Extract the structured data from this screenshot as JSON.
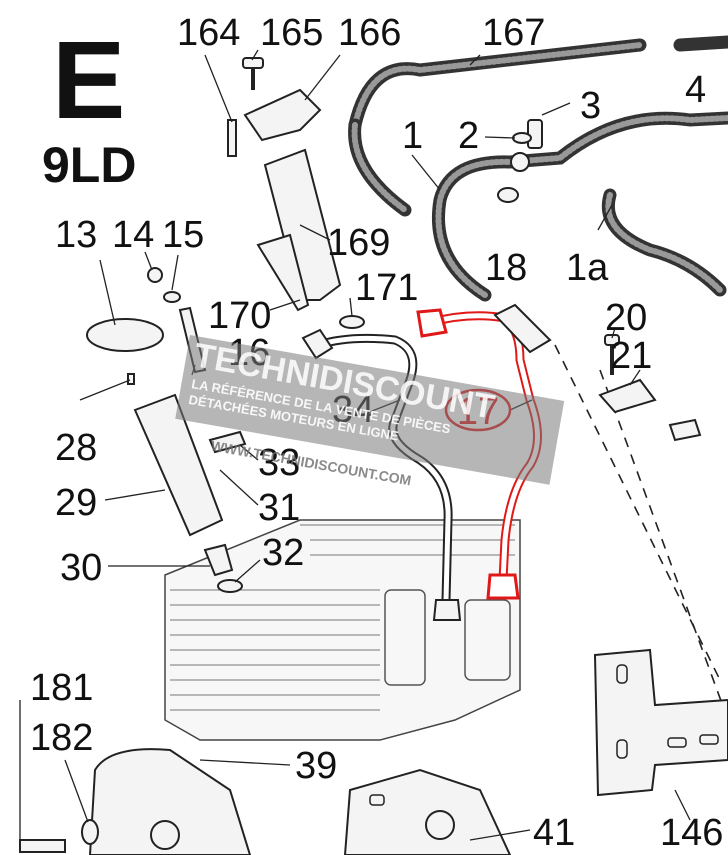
{
  "header": {
    "section_letter": "E",
    "model": "9LD"
  },
  "callouts": {
    "c164": "164",
    "c165": "165",
    "c166": "166",
    "c167": "167",
    "c1": "1",
    "c1a": "1a",
    "c2": "2",
    "c3": "3",
    "c4": "4",
    "c13": "13",
    "c14": "14",
    "c15": "15",
    "c16": "16",
    "c17": "17",
    "c18": "18",
    "c20": "20",
    "c21": "21",
    "c28": "28",
    "c29": "29",
    "c30": "30",
    "c31": "31",
    "c32": "32",
    "c33": "33",
    "c34": "34",
    "c39": "39",
    "c41": "41",
    "c146": "146",
    "c169": "169",
    "c170": "170",
    "c171": "171",
    "c181": "181",
    "c182": "182"
  },
  "watermark": {
    "brand": "TECHNIDISCOUNT",
    "tagline_1": "LA RÉFÉRENCE DE LA VENTE DE PIÈCES",
    "tagline_2": "DÉTACHÉES MOTEURS EN LIGNE",
    "url": "WWW.TECHNIDISCOUNT.COM"
  },
  "colors": {
    "highlight": "#e01818",
    "ink": "#111111",
    "watermark": "#6e6e6e"
  }
}
